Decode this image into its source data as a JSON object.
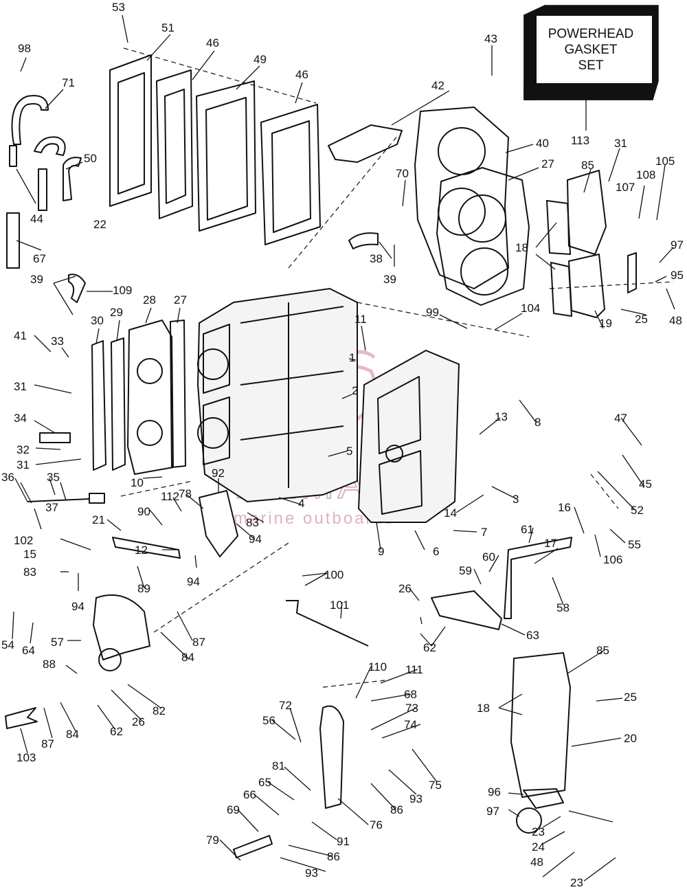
{
  "gasket_box": {
    "line1": "POWERHEAD",
    "line2": "GASKET",
    "line3": "SET"
  },
  "watermark": {
    "name": "ARMADA",
    "tagline": "marine outboards"
  },
  "callouts": [
    "53",
    "51",
    "46",
    "49",
    "46",
    "42",
    "43",
    "113",
    "98",
    "71",
    "50",
    "44",
    "22",
    "67",
    "40",
    "27",
    "31",
    "85",
    "107",
    "108",
    "105",
    "70",
    "38",
    "39",
    "18",
    "97",
    "95",
    "48",
    "39",
    "109",
    "28",
    "27",
    "30",
    "29",
    "33",
    "41",
    "31",
    "34",
    "32",
    "31",
    "11",
    "1",
    "2",
    "5",
    "99",
    "104",
    "19",
    "25",
    "8",
    "13",
    "47",
    "45",
    "52",
    "36",
    "35",
    "37",
    "10",
    "92",
    "112",
    "78",
    "4",
    "83",
    "3",
    "14",
    "16",
    "106",
    "55",
    "21",
    "90",
    "12",
    "94",
    "102",
    "15",
    "83",
    "94",
    "89",
    "94",
    "9",
    "6",
    "7",
    "61",
    "17",
    "60",
    "59",
    "100",
    "58",
    "26",
    "62",
    "63",
    "101",
    "54",
    "64",
    "57",
    "87",
    "84",
    "88",
    "82",
    "26",
    "62",
    "84",
    "87",
    "103",
    "110",
    "111",
    "68",
    "73",
    "72",
    "56",
    "74",
    "75",
    "85",
    "25",
    "18",
    "20",
    "81",
    "65",
    "93",
    "86",
    "66",
    "69",
    "76",
    "91",
    "96",
    "97",
    "23",
    "24",
    "48",
    "79",
    "86",
    "93",
    "23"
  ]
}
